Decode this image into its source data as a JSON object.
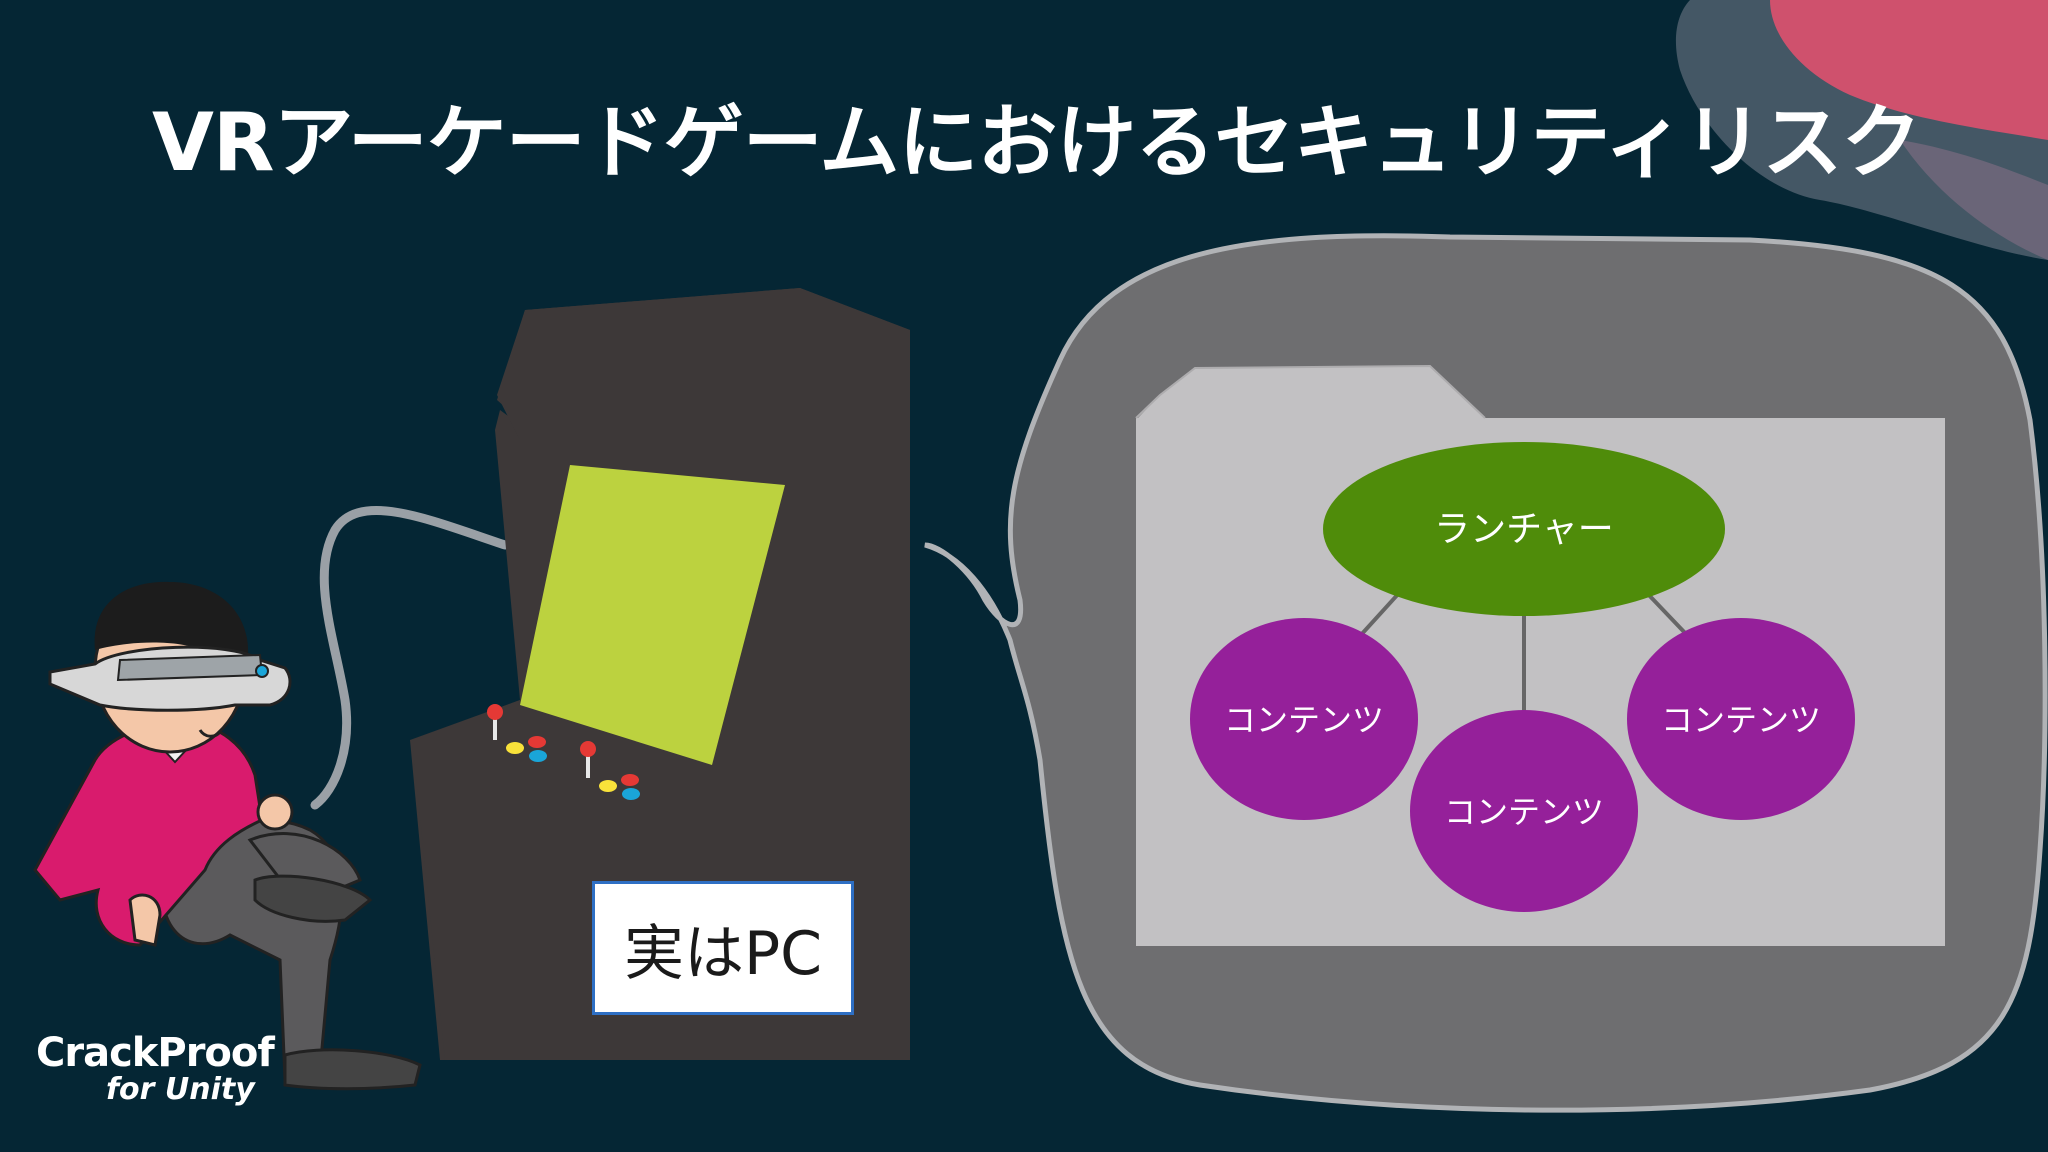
{
  "slide": {
    "title": "VRアーケードゲームにおけるセキュリティリスク",
    "pc_label": "実はPC"
  },
  "diagram": {
    "root": {
      "label": "ランチャー",
      "color": "#4f8c0a"
    },
    "children": [
      {
        "label": "コンテンツ",
        "color": "#95209a"
      },
      {
        "label": "コンテンツ",
        "color": "#95209a"
      },
      {
        "label": "コンテンツ",
        "color": "#95209a"
      }
    ]
  },
  "branding": {
    "name": "CrackProof",
    "sub": "for Unity"
  },
  "colors": {
    "background": "#052634",
    "arcade_cabinet": "#3d3838",
    "arcade_screen": "#bcd23f",
    "bubble": "#6e6e70",
    "folder": "#c2c1c3",
    "accent_pink": "#e8506e"
  }
}
